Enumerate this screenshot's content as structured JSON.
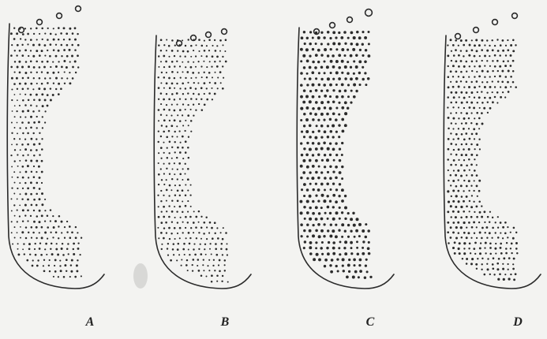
{
  "panels": [
    {
      "label": "A"
    },
    {
      "label": "B"
    },
    {
      "label": "C"
    },
    {
      "label": "D"
    }
  ],
  "colors": {
    "background": "#f3f3f1",
    "ink": "#2a2a2a"
  }
}
